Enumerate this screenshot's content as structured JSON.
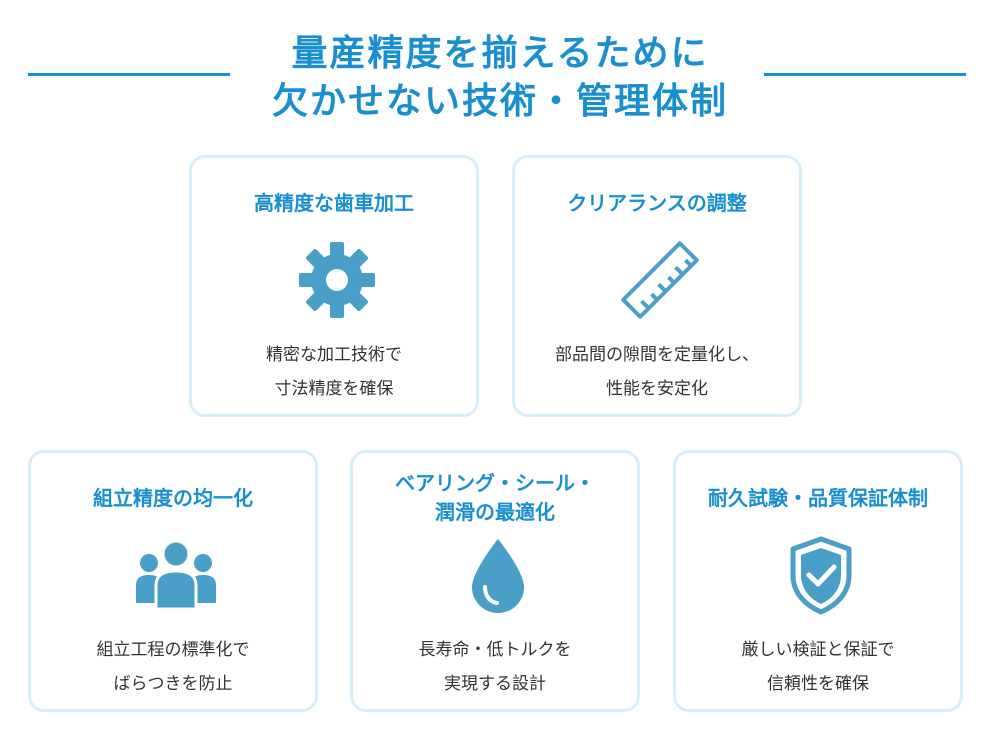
{
  "header": {
    "title_line1": "量産精度を揃えるために",
    "title_line2": "欠かせない技術・管理体制"
  },
  "colors": {
    "accent": "#1a8fd0",
    "icon": "#4a9fc8",
    "card_border": "#d7eef9",
    "text": "#333333"
  },
  "cards": [
    {
      "title": "高精度な歯車加工",
      "icon": "gear-icon",
      "desc_line1": "精密な加工技術で",
      "desc_line2": "寸法精度を確保"
    },
    {
      "title": "クリアランスの調整",
      "icon": "ruler-icon",
      "desc_line1": "部品間の隙間を定量化し、",
      "desc_line2": "性能を安定化"
    },
    {
      "title": "組立精度の均一化",
      "icon": "team-icon",
      "desc_line1": "組立工程の標準化で",
      "desc_line2": "ばらつきを防止"
    },
    {
      "title_line1": "ベアリング・シール・",
      "title_line2": "潤滑の最適化",
      "icon": "droplet-icon",
      "desc_line1": "長寿命・低トルクを",
      "desc_line2": "実現する設計"
    },
    {
      "title": "耐久試験・品質保証体制",
      "icon": "shield-check-icon",
      "desc_line1": "厳しい検証と保証で",
      "desc_line2": "信頼性を確保"
    }
  ]
}
